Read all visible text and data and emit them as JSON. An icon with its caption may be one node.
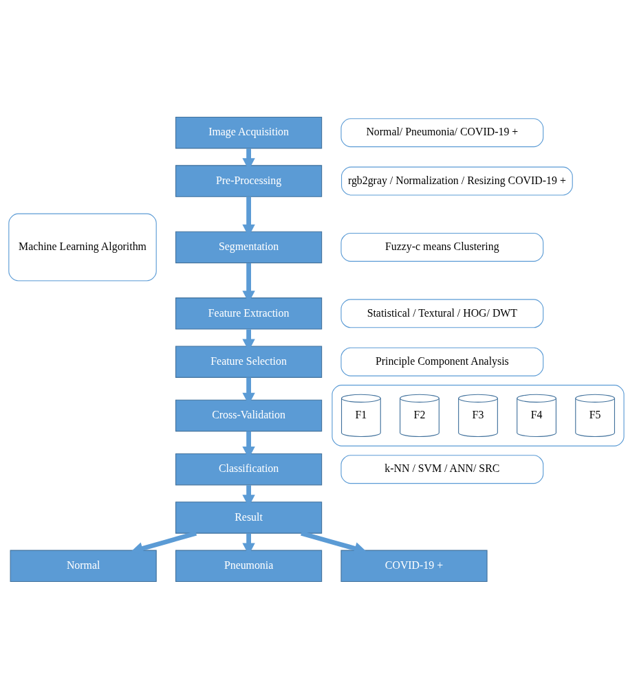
{
  "diagram": {
    "nodes": [
      {
        "text": [
          "Machine Learning Algorithm"
        ]
      },
      {
        "text": [
          "Image Acquisition"
        ]
      },
      {
        "text": [
          "Normal/ Pneumonia/ COVID-19 +"
        ]
      },
      {
        "text": [
          "Pre-Processing"
        ]
      },
      {
        "text": [
          "rgb2gray / Normalization / Resizing COVID-19 +"
        ]
      },
      {
        "text": [
          "Segmentation"
        ]
      },
      {
        "text": [
          "Fuzzy-c means Clustering"
        ]
      },
      {
        "text": [
          "Feature Extraction"
        ]
      },
      {
        "text": [
          "Statistical / Textural / HOG/ DWT"
        ]
      },
      {
        "text": [
          "Feature Selection"
        ]
      },
      {
        "text": [
          "Principle Component Analysis"
        ]
      },
      {
        "text": [
          "Cross-Validation"
        ]
      },
      {
        "text": [],
        "shape": "box"
      },
      {
        "text": [
          "F1"
        ],
        "in": 12
      },
      {
        "text": [
          "F2"
        ],
        "in": 12
      },
      {
        "text": [
          "F3"
        ],
        "in": 12
      },
      {
        "text": [
          "F4"
        ],
        "in": 12
      },
      {
        "text": [
          "F5"
        ],
        "in": 12
      },
      {
        "text": [
          "Classification"
        ]
      },
      {
        "text": [
          "k-NN / SVM / ANN/ SRC"
        ]
      },
      {
        "text": [
          "Result"
        ]
      },
      {
        "text": [
          "Normal"
        ]
      },
      {
        "text": [
          "Pneumonia"
        ]
      },
      {
        "text": [
          "COVID-19 +"
        ]
      }
    ],
    "edges": [
      {
        "from": 1,
        "to": 3,
        "arrow": "to"
      },
      {
        "from": 3,
        "to": 5,
        "arrow": "to"
      },
      {
        "from": 5,
        "to": 7,
        "arrow": "to"
      },
      {
        "from": 7,
        "to": 9,
        "arrow": "to"
      },
      {
        "from": 9,
        "to": 11,
        "arrow": "to"
      },
      {
        "from": 11,
        "to": 18,
        "arrow": "to"
      },
      {
        "from": 18,
        "to": 20,
        "arrow": "to"
      },
      {
        "from": 20,
        "to": 21,
        "arrow": "to"
      },
      {
        "from": 20,
        "to": 22,
        "arrow": "to"
      },
      {
        "from": 20,
        "to": 23,
        "arrow": "to"
      }
    ]
  }
}
